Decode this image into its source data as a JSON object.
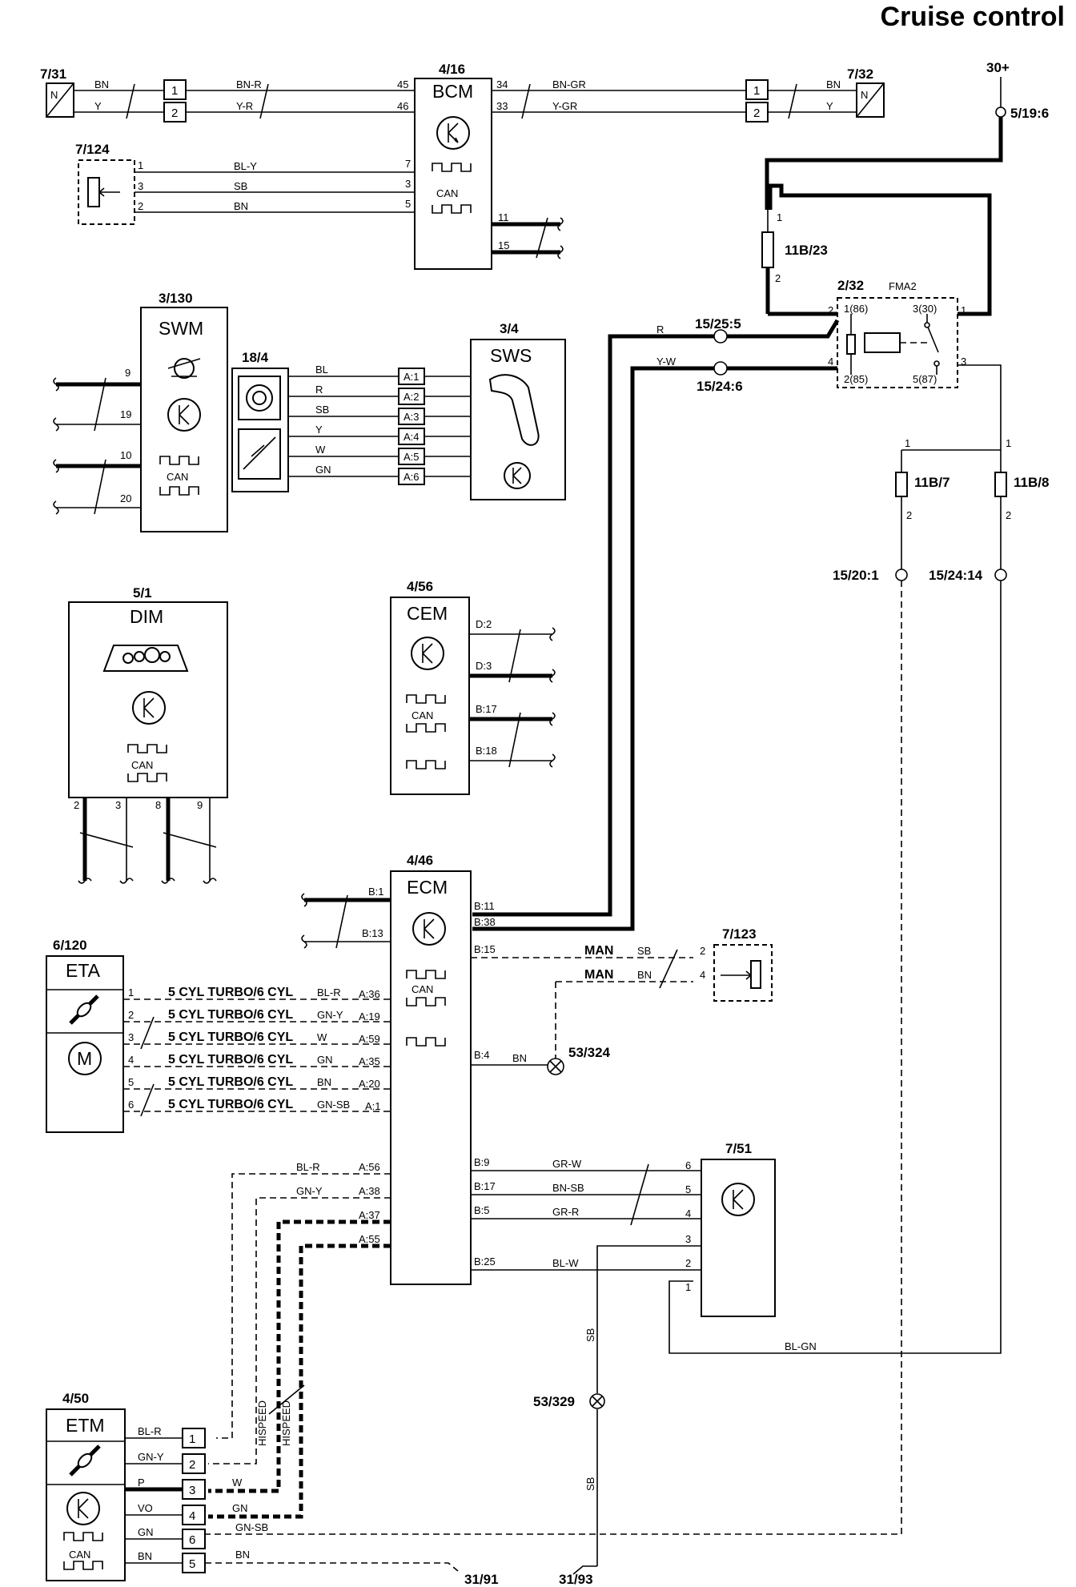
{
  "title": "Cruise control",
  "components": {
    "c731": {
      "id": "7/31",
      "pin": "N"
    },
    "c732": {
      "id": "7/32",
      "pin": "N"
    },
    "bcm": {
      "id": "4/16",
      "name": "BCM",
      "can": "CAN",
      "pins": {
        "p45": "45",
        "p46": "46",
        "p34": "34",
        "p33": "33",
        "p7": "7",
        "p3": "3",
        "p5": "5",
        "p11": "11",
        "p15": "15"
      }
    },
    "c7124": {
      "id": "7/124",
      "pins": {
        "p1": "1",
        "p3": "3",
        "p2": "2"
      }
    },
    "swm": {
      "id": "3/130",
      "name": "SWM",
      "can": "CAN",
      "pins": {
        "p9": "9",
        "p19": "19",
        "p10": "10",
        "p20": "20"
      }
    },
    "c184": {
      "id": "18/4"
    },
    "sws": {
      "id": "3/4",
      "name": "SWS"
    },
    "dim": {
      "id": "5/1",
      "name": "DIM",
      "can": "CAN",
      "pins": {
        "p2": "2",
        "p3": "3",
        "p8": "8",
        "p9": "9"
      }
    },
    "cem": {
      "id": "4/56",
      "name": "CEM",
      "can": "CAN",
      "pins": {
        "d2": "D:2",
        "d3": "D:3",
        "b17": "B:17",
        "b18": "B:18"
      }
    },
    "ecm": {
      "id": "4/46",
      "name": "ECM",
      "can": "CAN",
      "pins": {
        "b1": "B:1",
        "b13": "B:13",
        "b11": "B:11",
        "b38": "B:38",
        "b15": "B:15",
        "b4": "B:4",
        "a36": "A:36",
        "a19": "A:19",
        "a59": "A:59",
        "a35": "A:35",
        "a20": "A:20",
        "a1": "A:1",
        "a56": "A:56",
        "a38": "A:38",
        "a37": "A:37",
        "a55": "A:55",
        "b9": "B:9",
        "b17": "B:17",
        "b5": "B:5",
        "b25": "B:25"
      }
    },
    "eta": {
      "id": "6/120",
      "name": "ETA",
      "motor": "M"
    },
    "c7123": {
      "id": "7/123",
      "pins": {
        "p2": "2",
        "p4": "4"
      }
    },
    "c751": {
      "id": "7/51",
      "pins": {
        "p6": "6",
        "p5": "5",
        "p4": "4",
        "p3": "3",
        "p2": "2",
        "p1": "1"
      }
    },
    "etm": {
      "id": "4/50",
      "name": "ETM",
      "can": "CAN"
    },
    "relay": {
      "id": "2/32",
      "name": "FMA2",
      "pins": {
        "t86": "1(86)",
        "t30": "3(30)",
        "t85": "2(85)",
        "t87": "5(87)",
        "p1": "1",
        "p2": "2",
        "p3": "3",
        "p4": "4"
      }
    },
    "f11b23": {
      "id": "11B/23",
      "p1": "1",
      "p2": "2"
    },
    "f11b7": {
      "id": "11B/7",
      "p1": "1",
      "p2": "2"
    },
    "f11b8": {
      "id": "11B/8",
      "p1": "1",
      "p2": "2"
    }
  },
  "connectors": {
    "batt": "30+",
    "c5196": "5/19:6",
    "c15255": "15/25:5",
    "c15246": "15/24:6",
    "c15201": "15/20:1",
    "c152414": "15/24:14",
    "g53324": "53/324",
    "g53329": "53/329",
    "g3191": "31/91",
    "g3193": "31/93"
  },
  "wires": {
    "bn": "BN",
    "y": "Y",
    "bnr": "BN-R",
    "yr": "Y-R",
    "bngr": "BN-GR",
    "ygr": "Y-GR",
    "bly": "BL-Y",
    "sb": "SB",
    "bl": "BL",
    "r": "R",
    "w": "W",
    "gn": "GN",
    "yw": "Y-W",
    "blr": "BL-R",
    "gny": "GN-Y",
    "gnsb": "GN-SB",
    "grw": "GR-W",
    "bnsb": "BN-SB",
    "grr": "GR-R",
    "blw": "BL-W",
    "blgn": "BL-GN",
    "p": "P",
    "vo": "VO",
    "man": "MAN",
    "hispeed": "HISPEED"
  },
  "harness_pins": {
    "a1": "A:1",
    "a2": "A:2",
    "a3": "A:3",
    "a4": "A:4",
    "a5": "A:5",
    "a6": "A:6"
  },
  "boxpins": {
    "n1": "1",
    "n2": "2",
    "n3": "3",
    "n4": "4",
    "n5": "5",
    "n6": "6"
  },
  "variant": "5 CYL TURBO/6 CYL"
}
